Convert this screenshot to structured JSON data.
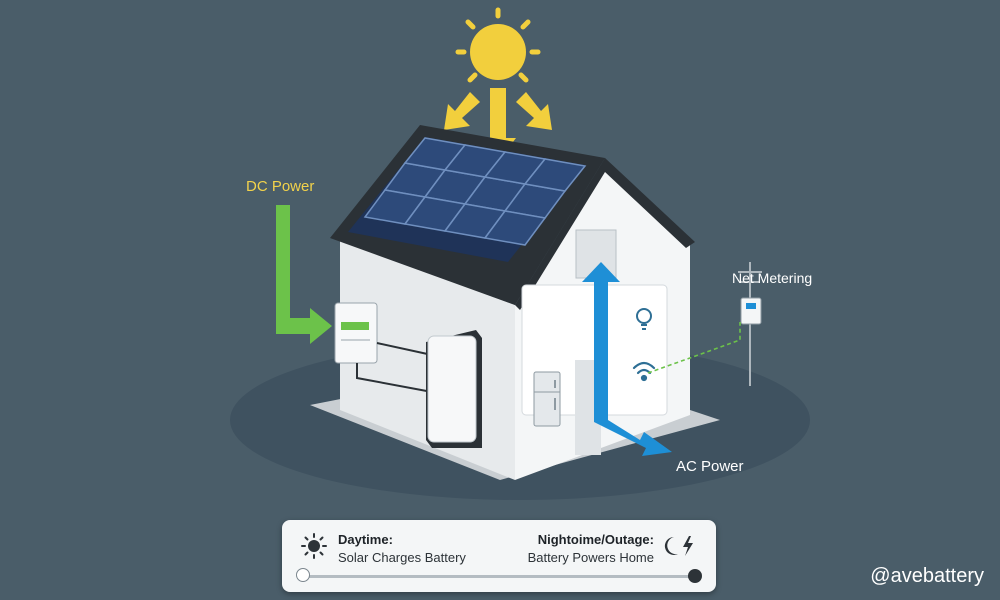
{
  "labels": {
    "dc_power": "DC Power",
    "ac_power": "AC Power",
    "net_metering": "Net Metering",
    "watermark": "@avebattery"
  },
  "mode_panel": {
    "day_title": "Daytime:",
    "day_subtitle": "Solar Charges Battery",
    "night_title": "Nightoime/Outage:",
    "night_subtitle": "Battery Powers Home",
    "slider_position": 1.0
  },
  "colors": {
    "background": "#4a5d69",
    "sun": "#f2cf3d",
    "dc_arrow": "#6cc24a",
    "ac_arrow": "#1e8fd6",
    "house_wall": "#f1f3f4",
    "roof": "#2b3136",
    "solar_panel": "#2d4a7a"
  },
  "icons": [
    "sun-icon",
    "lightbulb-icon",
    "wifi-icon",
    "moon-icon",
    "lightning-icon",
    "refrigerator-icon",
    "inverter-icon",
    "battery-icon",
    "utility-pole-icon",
    "meter-icon"
  ]
}
